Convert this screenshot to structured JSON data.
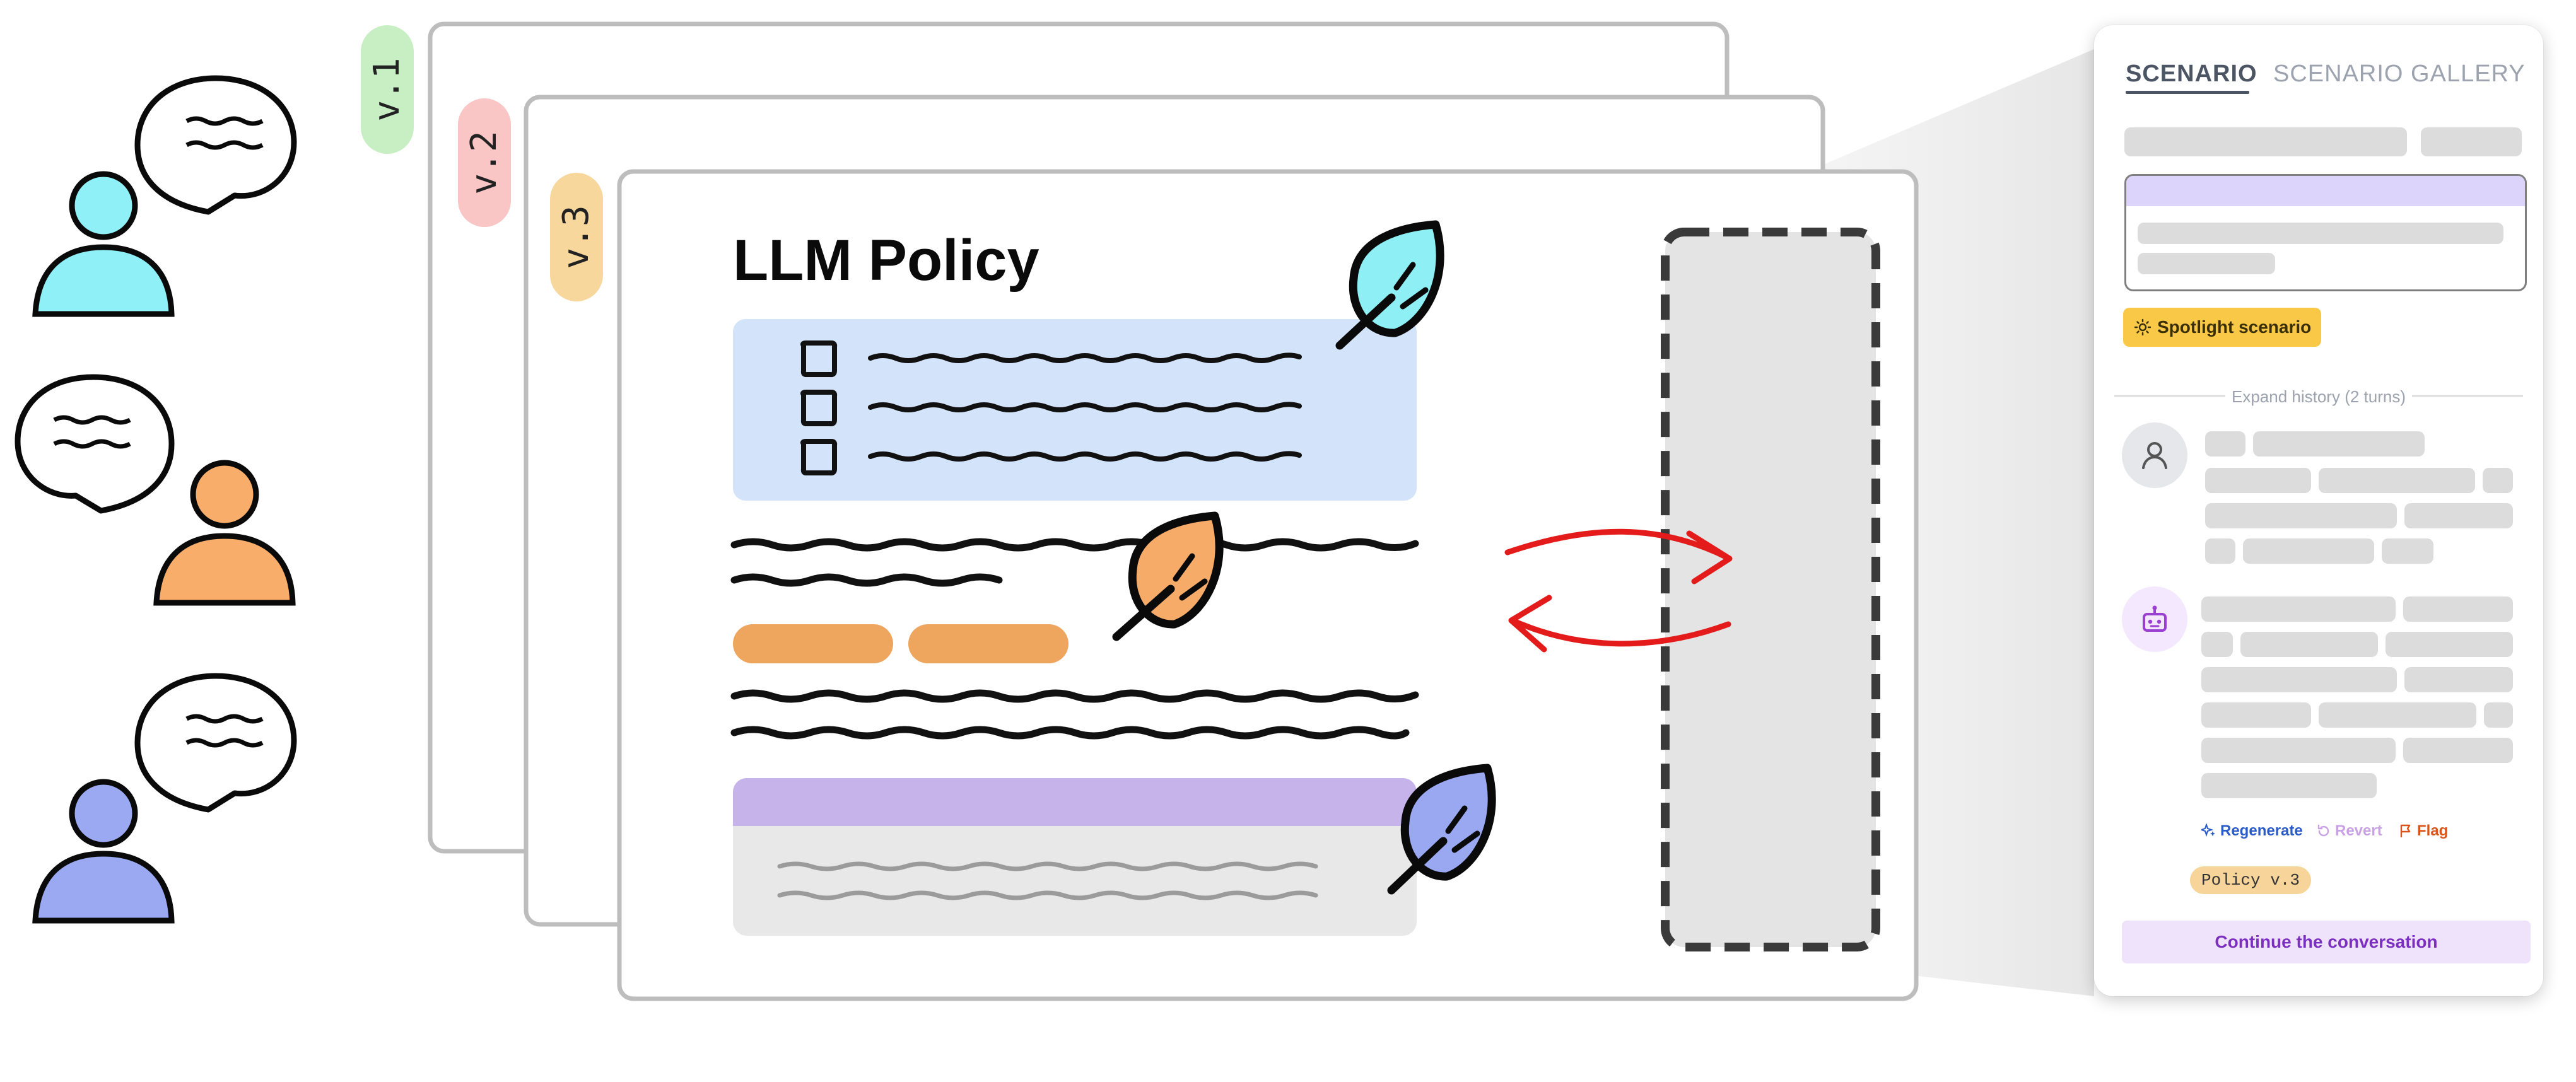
{
  "policy_doc": {
    "title": "LLM Policy",
    "versions": [
      "v.1",
      "v.2",
      "v.3"
    ],
    "version_colors": [
      "#c8efc4",
      "#f9c5c5",
      "#f7d79c"
    ]
  },
  "users": [
    {
      "color": "#8ff0f7"
    },
    {
      "color": "#f8ad6b"
    },
    {
      "color": "#9ba9f3"
    }
  ],
  "panel": {
    "tabs": {
      "scenario": "SCENARIO",
      "gallery": "SCENARIO GALLERY"
    },
    "spotlight_label": "Spotlight scenario",
    "history_label": "Expand history (2 turns)",
    "actions": {
      "regenerate": "Regenerate",
      "revert": "Revert",
      "flag": "Flag"
    },
    "policy_badge": "Policy v.3",
    "continue_label": "Continue the conversation"
  },
  "colors": {
    "accent_purple": "#7b2fbf",
    "regenerate": "#2b5bc7",
    "revert": "#c9a2e6",
    "flag": "#d9541a",
    "arrow_red": "#e31b1b"
  }
}
